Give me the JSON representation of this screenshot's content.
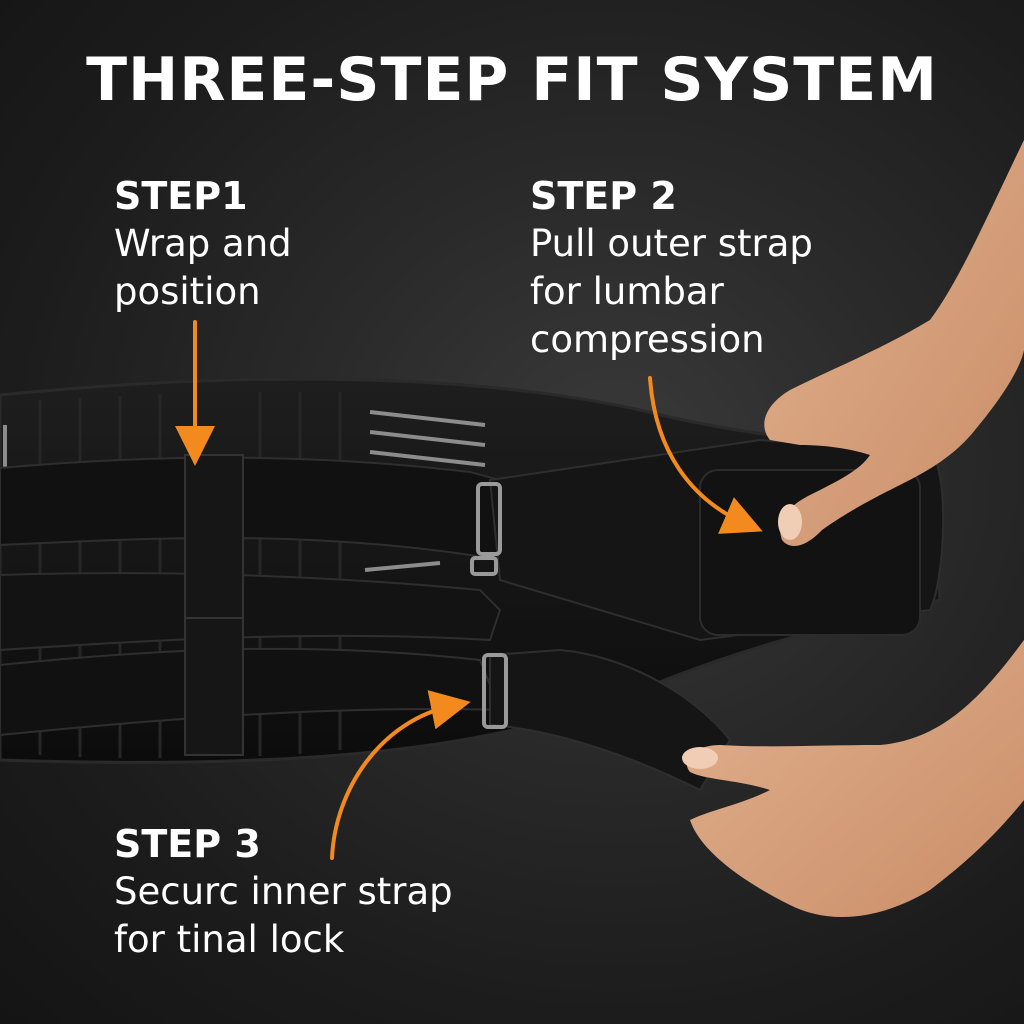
{
  "title": "THREE-STEP FIT SYSTEM",
  "steps": [
    {
      "label": "STEP1",
      "lines": [
        "Wrap and",
        "position"
      ]
    },
    {
      "label": "STEP 2",
      "lines": [
        "Pull outer strap",
        "for lumbar",
        "compression"
      ]
    },
    {
      "label": "STEP 3",
      "lines": [
        "Securc inner strap",
        "for tinal lock"
      ]
    }
  ],
  "colors": {
    "background": "#222222",
    "text": "#ffffff",
    "arrow": "#f28a1e",
    "belt": "#111111",
    "skin": "#d9a27e"
  }
}
